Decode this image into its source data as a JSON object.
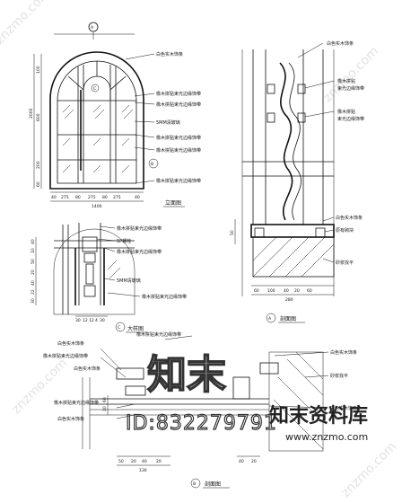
{
  "drawing_titles": {
    "elevation": "立面图",
    "large_detail": "大样图",
    "section_a": "剖面图",
    "section_b": "剖面图"
  },
  "markers": {
    "a": "A",
    "b": "B",
    "c": "C",
    "d": "A",
    "e": "C",
    "f": "B"
  },
  "elevation_callouts": [
    "白色实木饰条",
    "橡木拼贴束光边缘饰带",
    "橡木拼贴束光边缘饰带",
    "5MM清玻璃",
    "橡木拼贴束光边缘饰带",
    "橡木拼贴束光边缘饰带",
    "橡木拼贴束光边缘饰带"
  ],
  "elevation_dims_bottom": [
    "40",
    "275",
    "80",
    "275",
    "80",
    "275",
    "40"
  ],
  "elevation_total_width": "1400",
  "elevation_dims_left": [
    "2000",
    "100",
    "600",
    "200",
    "60"
  ],
  "section_a_callouts": [
    "白色实木饰条",
    "橡木拼贴",
    "束光边缘饰带",
    "橡木拼贴",
    "束光边缘饰带",
    "白色实木饰条",
    "原有砌块",
    "砂浆找平"
  ],
  "section_a_dims": [
    "60",
    "100",
    "40",
    "20",
    "60"
  ],
  "section_a_total": "280",
  "section_a_left_dim": "50",
  "detail_callouts": [
    "橡木拼贴束光边缘饰带",
    "5P螺栓",
    "橡木拼贴束光边缘饰带",
    "5MM清玻璃",
    "橡木拼贴束光边缘饰带"
  ],
  "detail_dims_left": [
    "40",
    "10",
    "50",
    "20",
    "40",
    "22",
    "30"
  ],
  "detail_dims_bottom": [
    "30",
    "12",
    "12",
    "4",
    "30"
  ],
  "section_b_callouts": [
    "白色实木饰条",
    "橡木拼贴束光边缘饰带",
    "白色实木饰条",
    "橡木拼贴束光边缘饰带",
    "白色实木饰条",
    "砂浆找平",
    "橡木拼贴束光边缘饰带",
    "白色实木饰条",
    "白色实木饰条"
  ],
  "section_b_dims": [
    "50",
    "20",
    "40",
    "20"
  ],
  "section_b_total": "130",
  "section_b_right_dims": [
    "40",
    "20"
  ],
  "section_b_left_dims": [
    "60",
    "10"
  ],
  "watermark": {
    "site_diag": "znzmo.com",
    "big_text": "知末",
    "id_text": "ID:832279791",
    "logo_text": "知末资料库",
    "url": "www.znzmo.com"
  }
}
